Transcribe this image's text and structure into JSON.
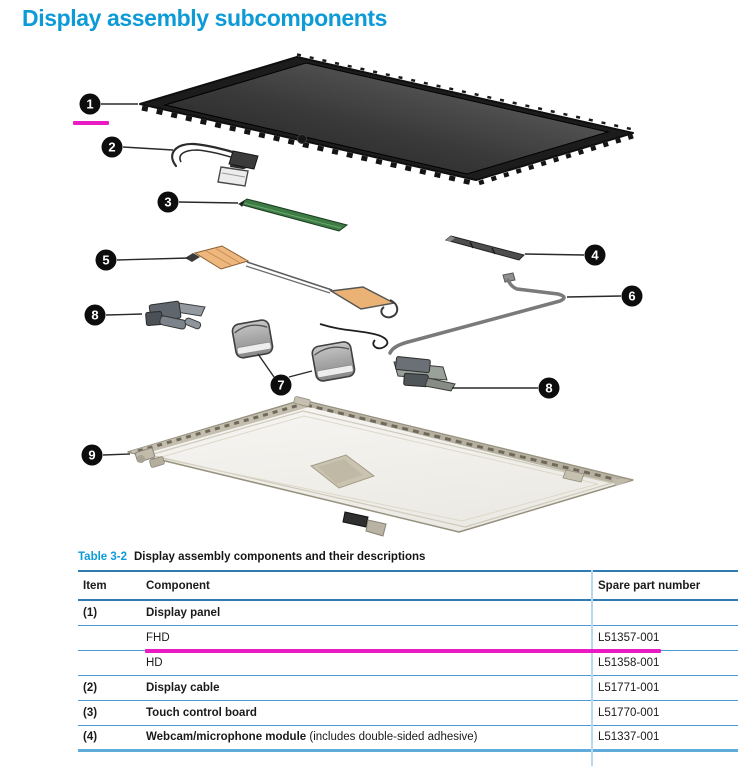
{
  "page": {
    "title": "Display assembly subcomponents"
  },
  "diagram": {
    "callout_labels": [
      "1",
      "2",
      "3",
      "4",
      "5",
      "6",
      "7",
      "8",
      "8",
      "9"
    ],
    "highlight_color": "#ea1bc3"
  },
  "table": {
    "label": "Table 3-2",
    "caption": "Display assembly components and their descriptions",
    "columns": [
      "Item",
      "Component",
      "Spare part number"
    ],
    "rows": [
      {
        "item": "(1)",
        "component": "Display panel",
        "note": "",
        "part": ""
      },
      {
        "item": "",
        "component": "FHD",
        "note": "",
        "part": "L51357-001"
      },
      {
        "item": "",
        "component": "HD",
        "note": "",
        "part": "L51358-001"
      },
      {
        "item": "(2)",
        "component": "Display cable",
        "note": "",
        "part": "L51771-001"
      },
      {
        "item": "(3)",
        "component": "Touch control board",
        "note": "",
        "part": "L51770-001"
      },
      {
        "item": "(4)",
        "component": "Webcam/microphone module",
        "note": " (includes double-sided adhesive)",
        "part": "L51337-001"
      }
    ]
  },
  "colors": {
    "accent_blue": "#0d9bd8",
    "table_rule_blue": "#4a9bd1",
    "table_rule_dark_blue": "#2f7cb3",
    "highlight_magenta": "#ea1bc3",
    "board_green": "#3e7b45",
    "cable_tan": "#eeb77e"
  }
}
